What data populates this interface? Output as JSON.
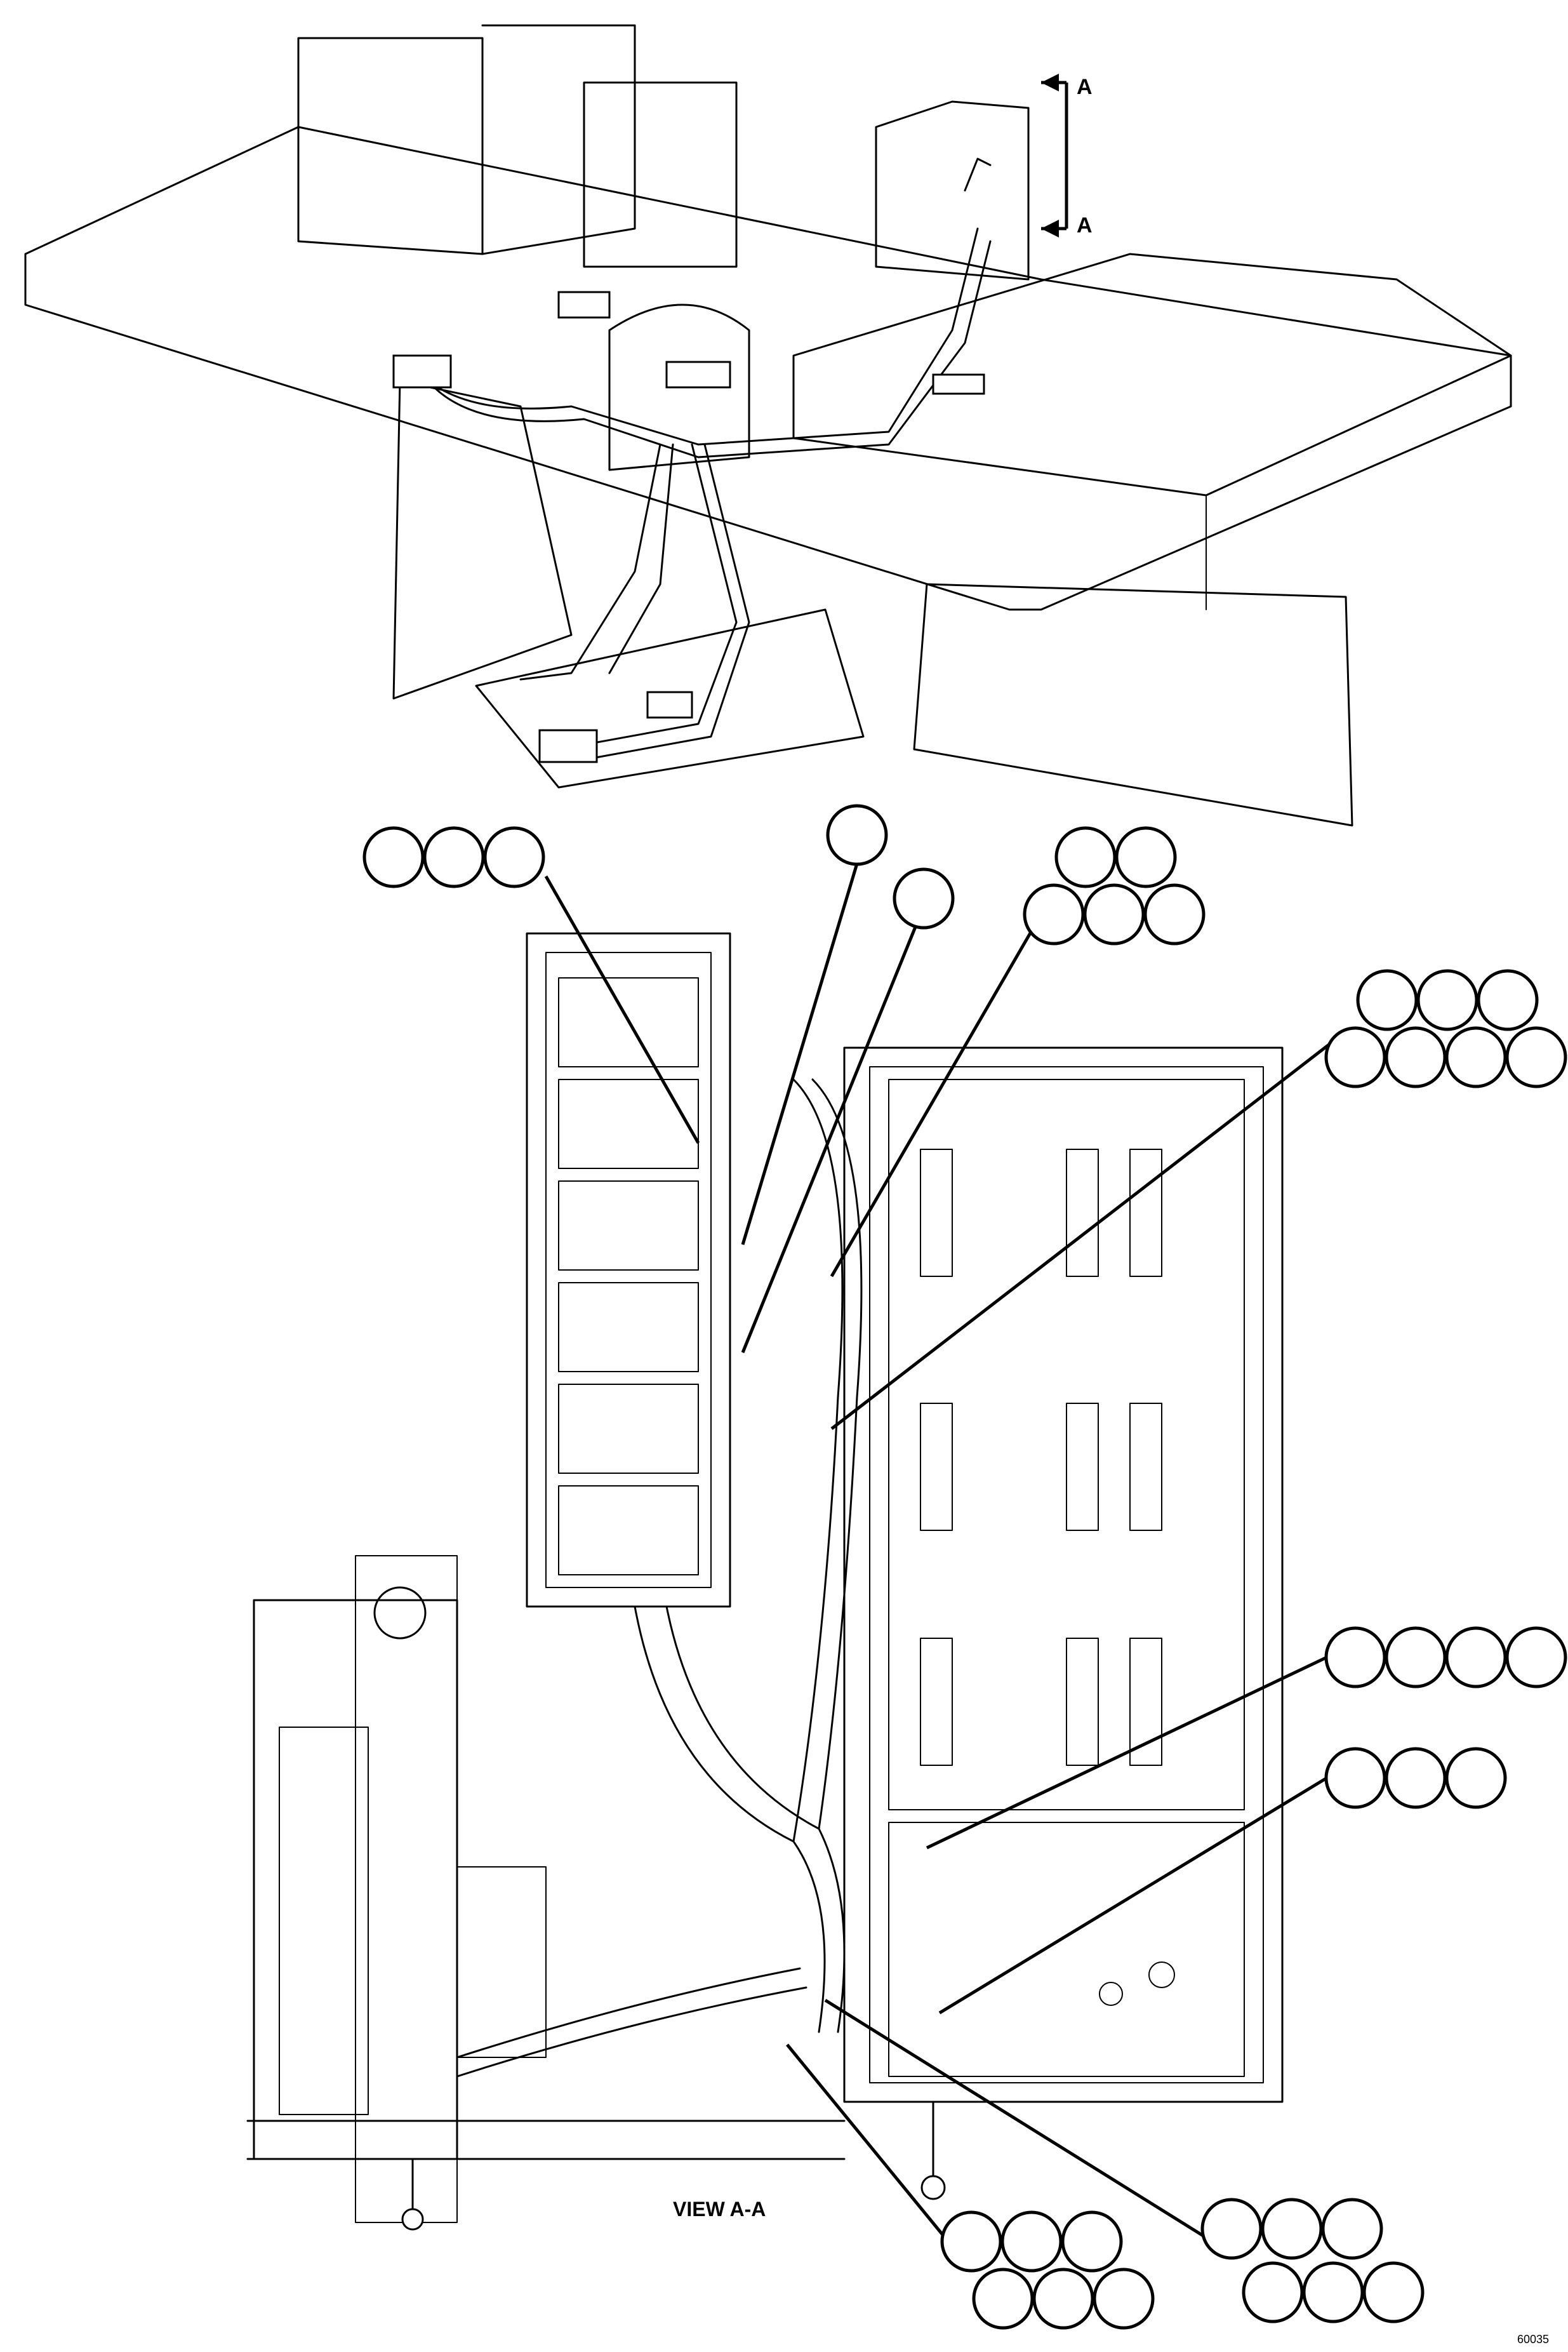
{
  "section_marker": {
    "letter_top": "A",
    "letter_bottom": "A"
  },
  "view_label": "VIEW A-A",
  "corner_code": "60035"
}
